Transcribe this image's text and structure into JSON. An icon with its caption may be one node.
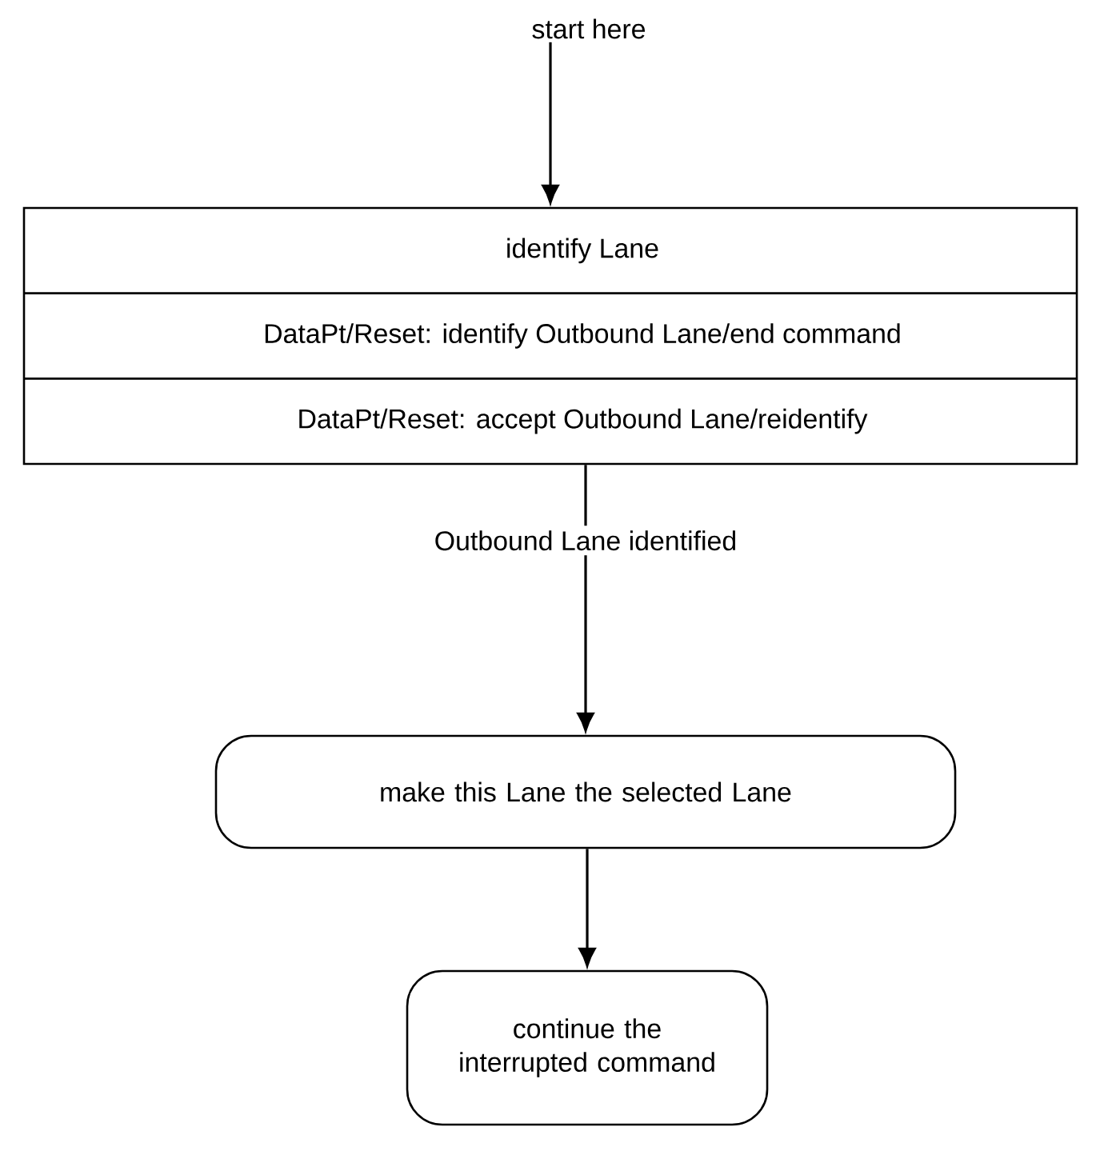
{
  "diagram": {
    "nodes": [
      {
        "text": [
          "start here"
        ]
      },
      {
        "text": [
          "identify Lane",
          "DataPt/Reset: identify Outbound Lane/end command",
          "DataPt/Reset: accept Outbound Lane/reidentify"
        ]
      },
      {
        "text": [
          "make this Lane the selected Lane"
        ]
      },
      {
        "text": [
          "continue the interrupted command"
        ]
      }
    ],
    "edges": [
      {
        "from": 0,
        "to": 1,
        "arrow": "to"
      },
      {
        "from": 1,
        "to": 2,
        "arrow": "to",
        "label": "Outbound Lane identified"
      },
      {
        "from": 2,
        "to": 3,
        "arrow": "to"
      }
    ]
  }
}
